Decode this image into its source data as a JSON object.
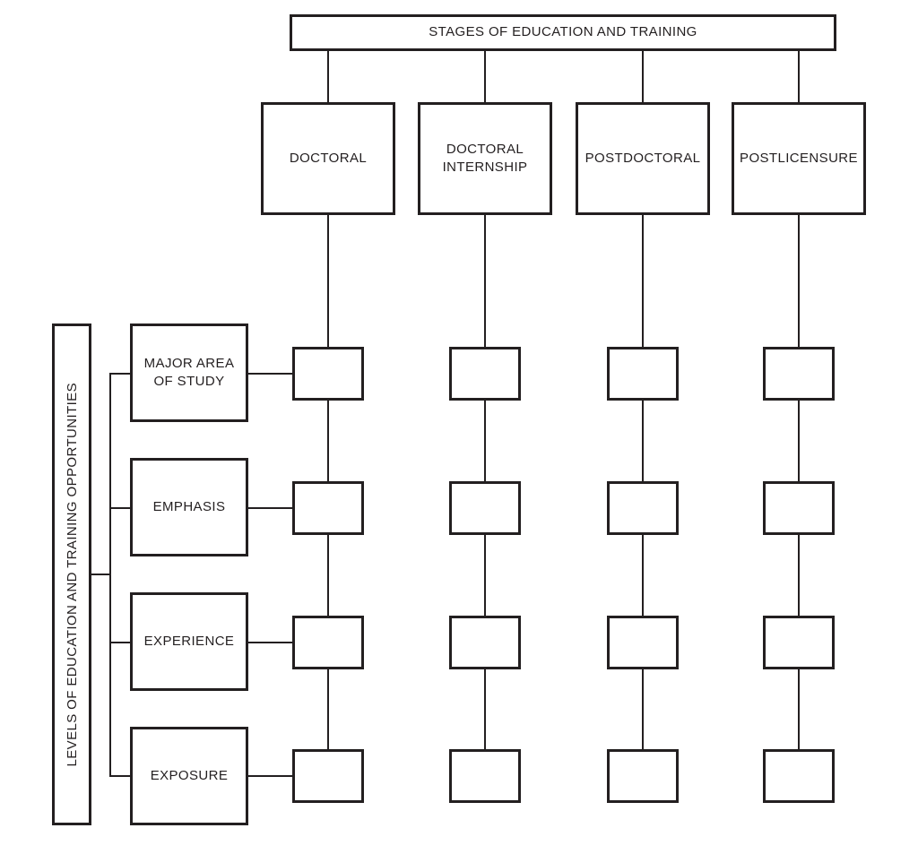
{
  "figure": {
    "title": "STAGES OF EDUCATION AND TRAINING",
    "stages": [
      {
        "label": "DOCTORAL"
      },
      {
        "label": "DOCTORAL INTERNSHIP"
      },
      {
        "label": "POSTDOCTORAL"
      },
      {
        "label": "POSTLICENSURE"
      }
    ],
    "levels_axis_label": "LEVELS OF EDUCATION AND TRAINING OPPORTUNITIES",
    "levels": [
      {
        "label": "MAJOR AREA OF STUDY"
      },
      {
        "label": "EMPHASIS"
      },
      {
        "label": "EXPERIENCE"
      },
      {
        "label": "EXPOSURE"
      }
    ],
    "colors": {
      "line": "#231f20",
      "background": "#ffffff"
    }
  }
}
